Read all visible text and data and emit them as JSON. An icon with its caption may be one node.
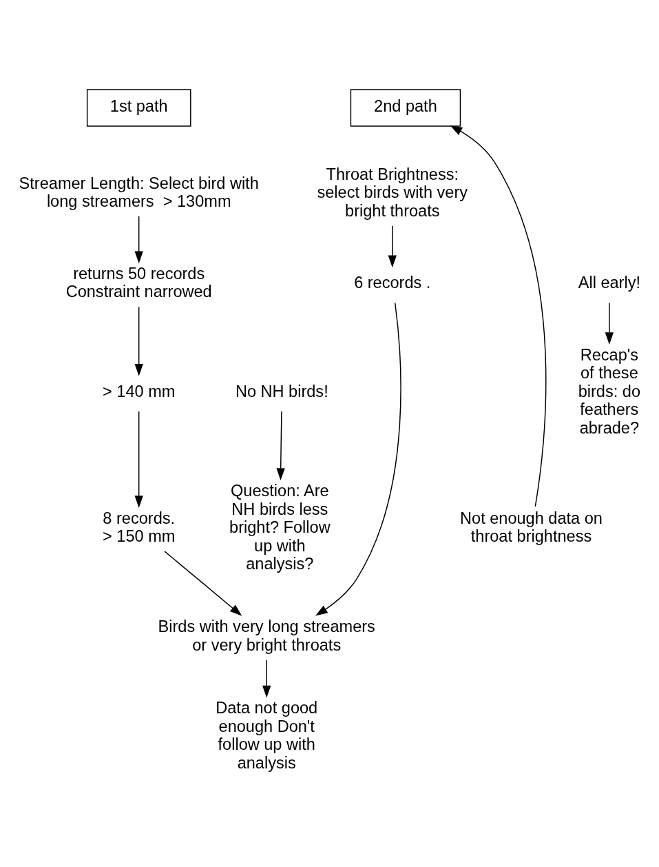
{
  "diagram": {
    "nodes": [
      {
        "text": [
          "1st path"
        ]
      },
      {
        "text": [
          "2nd path"
        ]
      },
      {
        "text": [
          "Streamer Length: Select bird with long streamers  > 130mm"
        ]
      },
      {
        "text": [
          "returns 50 records Constraint narrowed"
        ]
      },
      {
        "text": [
          "> 140 mm"
        ]
      },
      {
        "text": [
          "8 records. > 150 mm"
        ]
      },
      {
        "text": [
          "Not enough data on throat brightness"
        ]
      },
      {
        "text": [
          "Throat Brightness: select birds with very bright throats"
        ]
      },
      {
        "text": [
          "6 records ."
        ]
      },
      {
        "text": [
          "All early!"
        ]
      },
      {
        "text": [
          "No NH birds!"
        ]
      },
      {
        "text": [
          "Recap's of these birds: do feathers abrade?"
        ]
      },
      {
        "text": [
          "Birds with very long streamers or very bright throats"
        ]
      },
      {
        "text": [
          "Data not good enough Don't follow up with analysis"
        ]
      },
      {
        "text": [
          "Question: Are NH birds less bright? Follow up with analysis?"
        ]
      }
    ],
    "edges": [
      {
        "from": 2,
        "to": 3,
        "arrow": "to"
      },
      {
        "from": 3,
        "to": 4,
        "arrow": "to"
      },
      {
        "from": 4,
        "to": 5,
        "arrow": "to"
      },
      {
        "from": 5,
        "to": 12,
        "arrow": "to"
      },
      {
        "from": 6,
        "to": 1,
        "arrow": "to"
      },
      {
        "from": 7,
        "to": 8,
        "arrow": "to"
      },
      {
        "from": 8,
        "to": 12,
        "arrow": "to"
      },
      {
        "from": 9,
        "to": 11,
        "arrow": "to"
      },
      {
        "from": 10,
        "to": 14,
        "arrow": "to"
      },
      {
        "from": 12,
        "to": 13,
        "arrow": "to"
      }
    ]
  }
}
